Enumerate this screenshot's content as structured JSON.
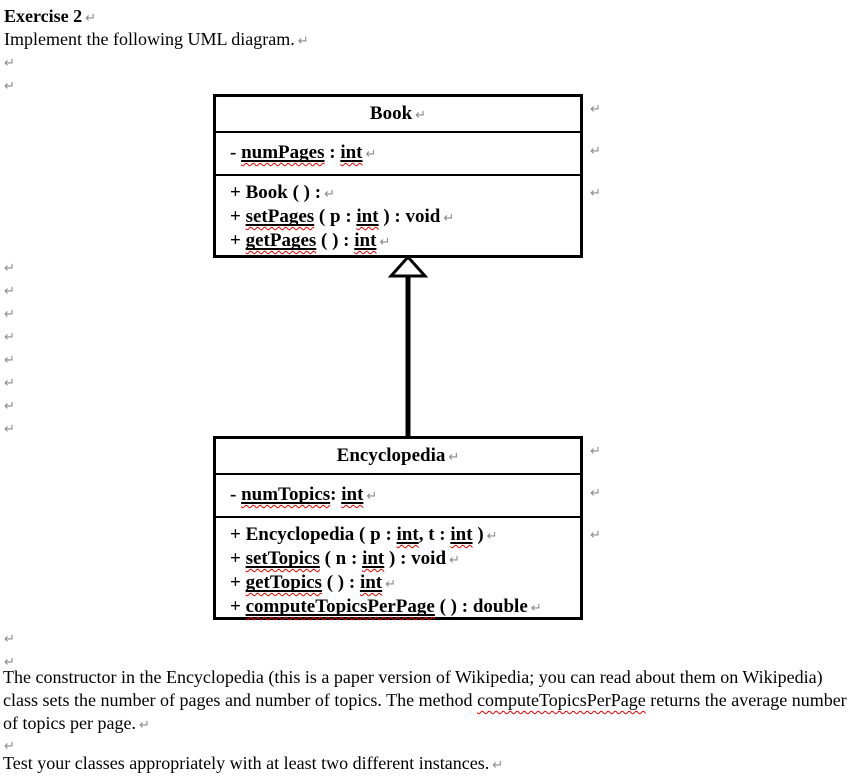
{
  "marks": {
    "pilcrow": "↵"
  },
  "colors": {
    "text": "#000000",
    "squiggle": "#e00000",
    "pilcrow_gray": "#8a8a8a",
    "box_border": "#000000"
  },
  "header": {
    "title": "Exercise 2",
    "subtitle": "Implement the following UML diagram."
  },
  "uml": {
    "book": {
      "name": "Book",
      "attributes": [
        {
          "segments": [
            {
              "t": "- ",
              "s": ""
            },
            {
              "t": "numPages",
              "s": "uw"
            },
            {
              "t": " : ",
              "s": ""
            },
            {
              "t": "int",
              "s": "uw"
            }
          ]
        }
      ],
      "methods": [
        {
          "segments": [
            {
              "t": "+ Book ( ) :",
              "s": ""
            }
          ]
        },
        {
          "segments": [
            {
              "t": "+ ",
              "s": ""
            },
            {
              "t": "setPages",
              "s": "uw"
            },
            {
              "t": " ( p : ",
              "s": ""
            },
            {
              "t": "int",
              "s": "uw"
            },
            {
              "t": " ) : void",
              "s": ""
            }
          ]
        },
        {
          "segments": [
            {
              "t": "+ ",
              "s": ""
            },
            {
              "t": "getPages",
              "s": "uw"
            },
            {
              "t": " ( ) : ",
              "s": ""
            },
            {
              "t": "int",
              "s": "uw"
            }
          ]
        }
      ]
    },
    "encyclopedia": {
      "name": "Encyclopedia",
      "attributes": [
        {
          "segments": [
            {
              "t": "- ",
              "s": ""
            },
            {
              "t": "numTopics",
              "s": "uw"
            },
            {
              "t": ": ",
              "s": ""
            },
            {
              "t": "int",
              "s": "uw"
            }
          ]
        }
      ],
      "methods": [
        {
          "segments": [
            {
              "t": "+ Encyclopedia ( p : ",
              "s": ""
            },
            {
              "t": "int",
              "s": "uw"
            },
            {
              "t": ", t : ",
              "s": ""
            },
            {
              "t": "int",
              "s": "uw"
            },
            {
              "t": " )",
              "s": ""
            }
          ]
        },
        {
          "segments": [
            {
              "t": "+ ",
              "s": ""
            },
            {
              "t": "setTopics",
              "s": "uw"
            },
            {
              "t": " ( n : ",
              "s": ""
            },
            {
              "t": "int",
              "s": "uw"
            },
            {
              "t": " ) : void",
              "s": ""
            }
          ]
        },
        {
          "segments": [
            {
              "t": "+ ",
              "s": ""
            },
            {
              "t": "getTopics",
              "s": "uw"
            },
            {
              "t": " ( ) : ",
              "s": ""
            },
            {
              "t": "int",
              "s": "uw"
            }
          ]
        },
        {
          "segments": [
            {
              "t": "+ ",
              "s": ""
            },
            {
              "t": "computeTopicsPerPage",
              "s": "uw"
            },
            {
              "t": " ( ) : double",
              "s": ""
            }
          ]
        }
      ]
    },
    "relationship": "inheritance-arrow"
  },
  "paragraph": {
    "part1": "The constructor in the Encyclopedia (this is a paper version of Wikipedia; you can read about them on Wikipedia) class sets the number of pages and number of topics. The method ",
    "misspelled_word": "computeTopicsPerPage",
    "part2": " returns the average number of topics per page."
  },
  "footer": {
    "test_line": "Test your classes appropriately with at least two different instances."
  }
}
